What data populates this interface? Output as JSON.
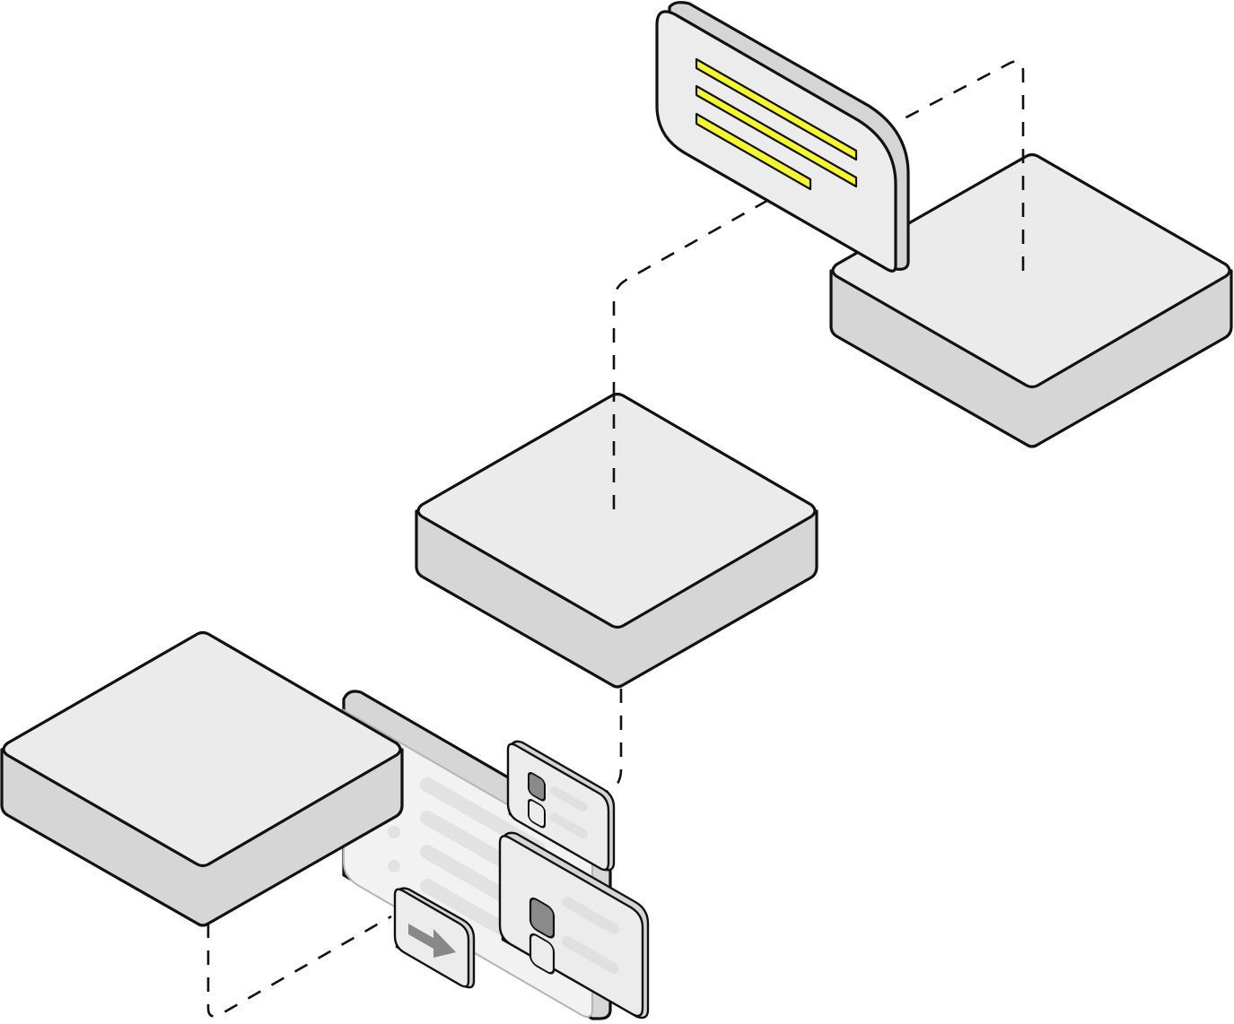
{
  "diagram": {
    "kind": "isometric-illustration",
    "nodes": [
      {
        "id": "platform-bottom-left",
        "shape": "isometric-slab"
      },
      {
        "id": "platform-middle",
        "shape": "isometric-slab"
      },
      {
        "id": "platform-top-right",
        "shape": "isometric-slab"
      },
      {
        "id": "message-card",
        "shape": "rounded-card",
        "lines": 3
      },
      {
        "id": "document-panel",
        "shape": "faded-list-panel"
      },
      {
        "id": "checklist-card-small",
        "shape": "card",
        "checkboxes": 2,
        "checked": 1
      },
      {
        "id": "checklist-card-large",
        "shape": "card",
        "checkboxes": 2,
        "checked": 1
      },
      {
        "id": "arrow-card",
        "shape": "card",
        "icon": "right-arrow-icon"
      }
    ],
    "connectors": [
      {
        "from": "platform-bottom-left",
        "to": "platform-middle",
        "style": "dashed"
      },
      {
        "from": "platform-middle",
        "to": "platform-top-right",
        "style": "dashed"
      }
    ]
  },
  "colors": {
    "slab_top": "#ebebeb",
    "slab_side": "#d6d6d6",
    "card_face": "#ececec",
    "card_side": "#d5d5d5",
    "panel_face": "#f2f2f2",
    "panel_line": "#e2e2e2",
    "highlight": "#f7f72e",
    "checkbox": "#8a8a8a",
    "arrow": "#888888",
    "stroke": "#111111"
  }
}
